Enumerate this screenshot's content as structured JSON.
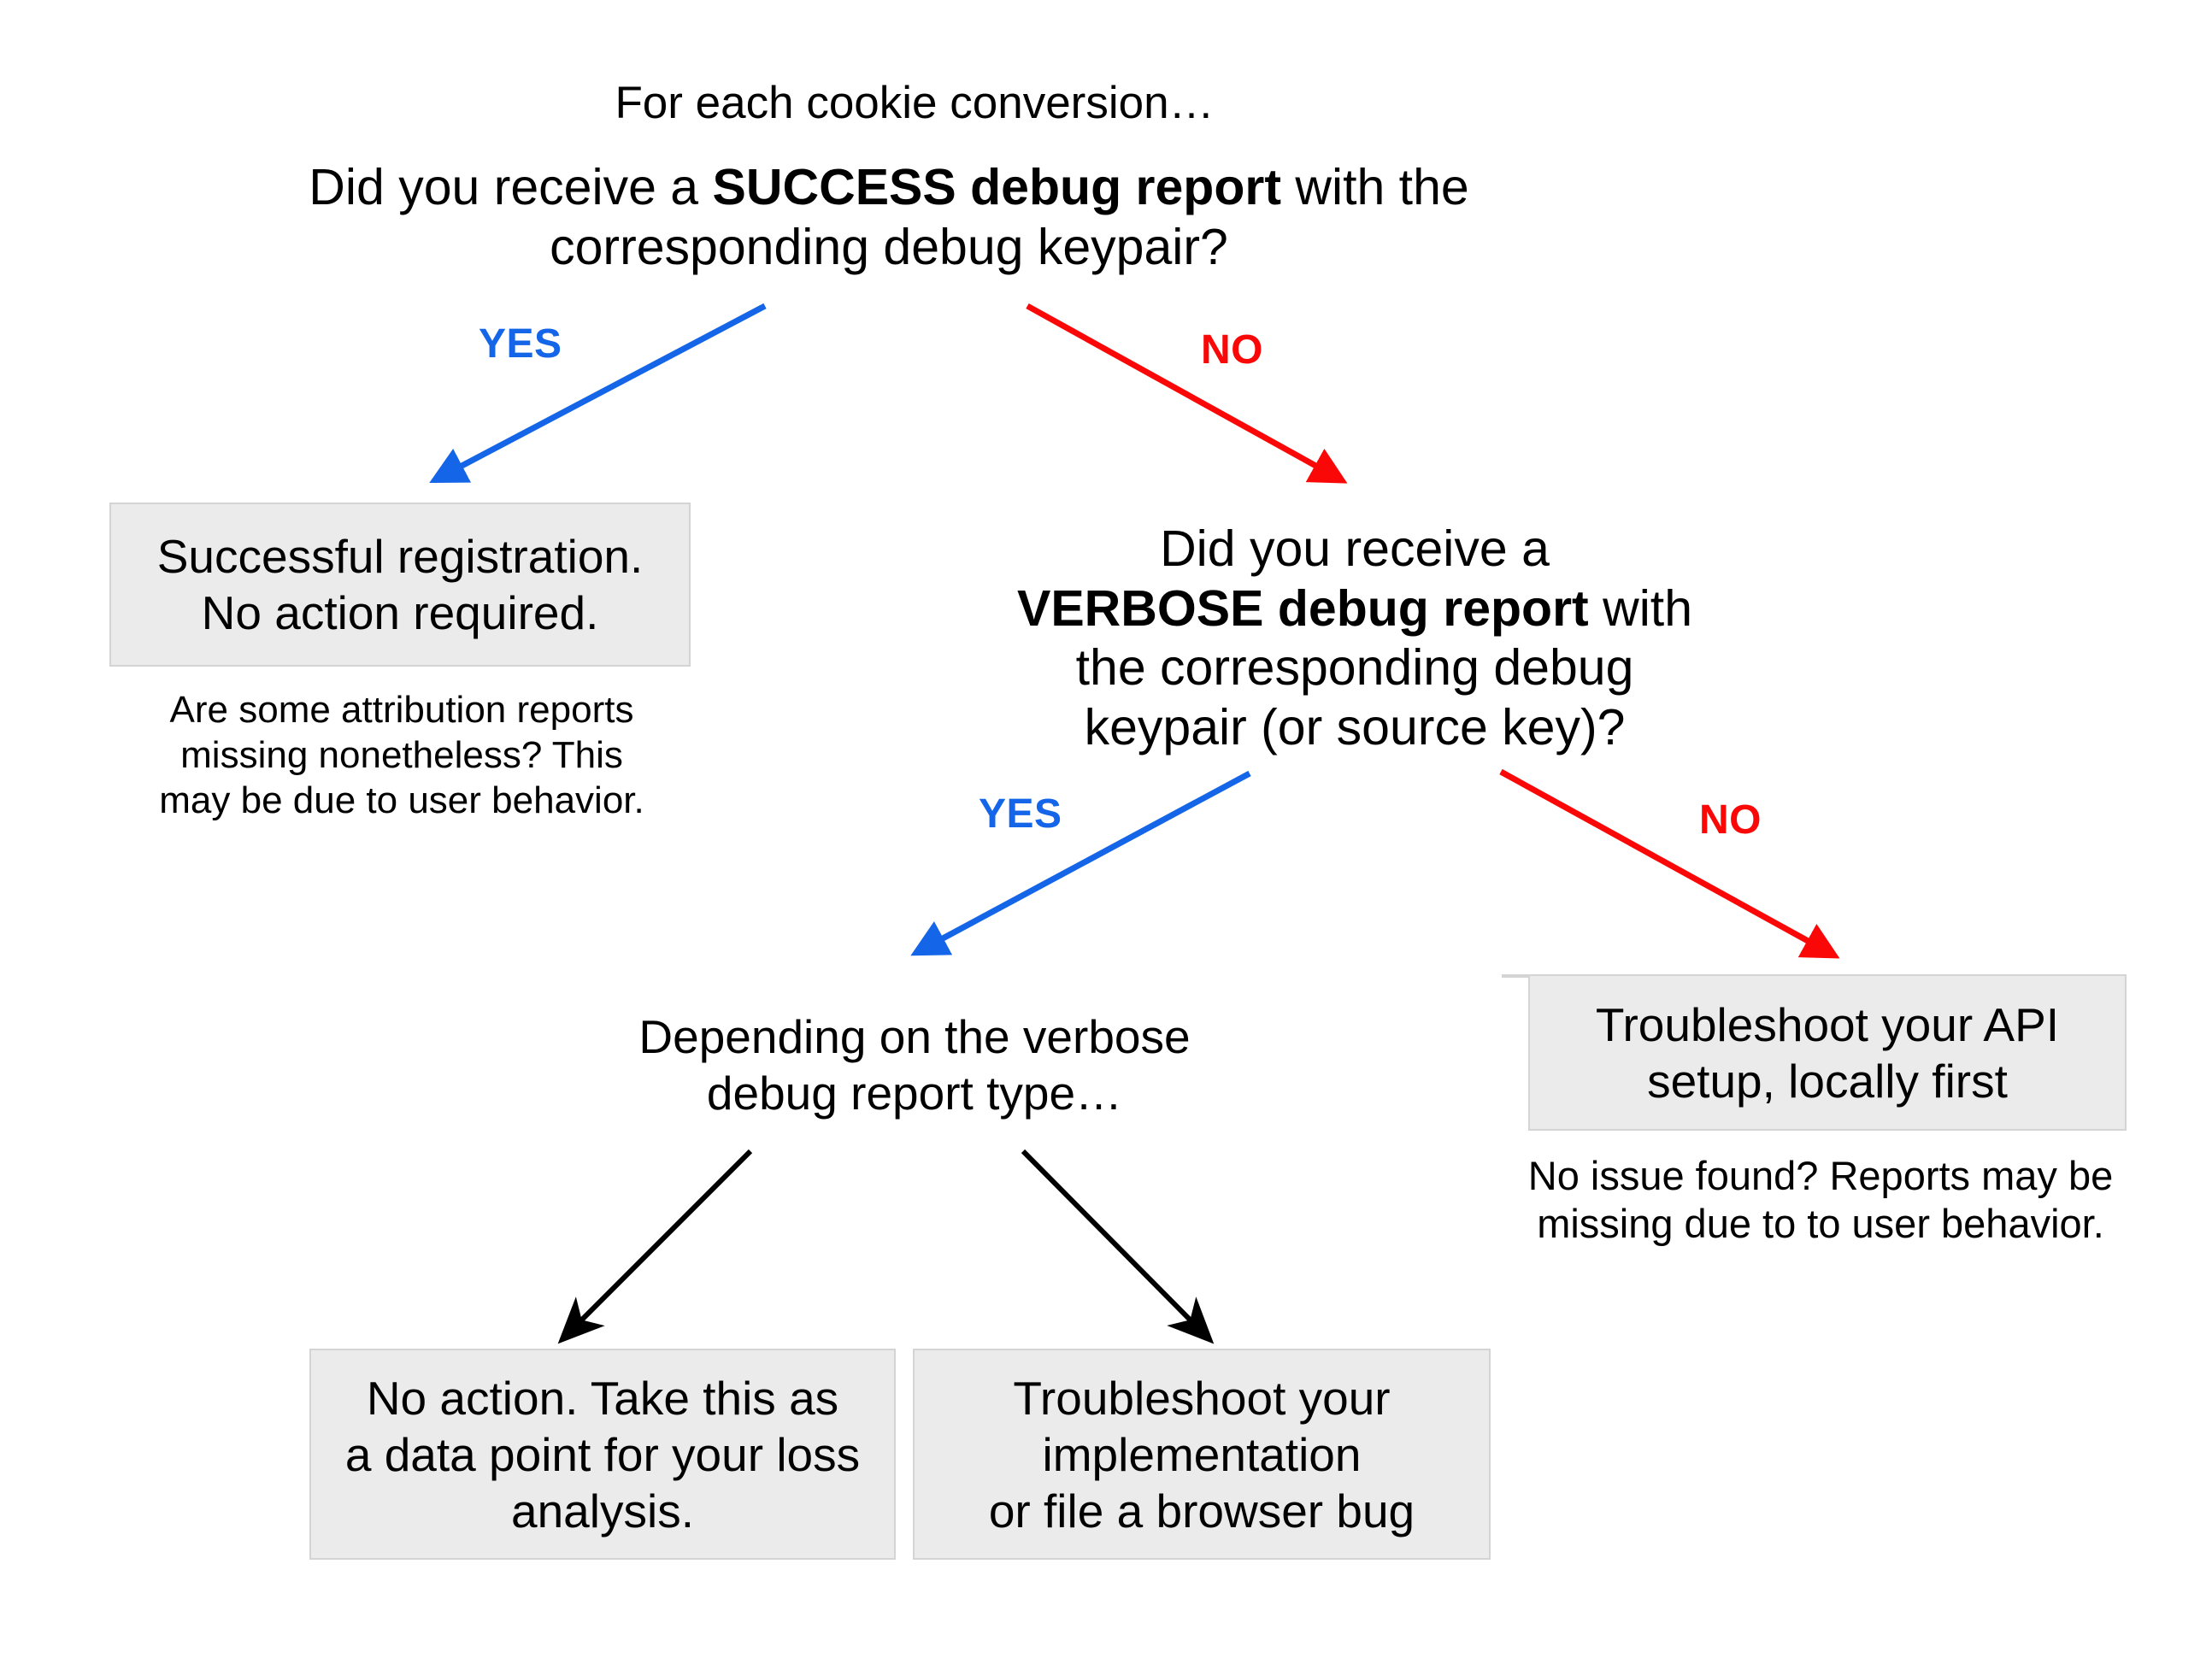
{
  "diagram": {
    "title_line": "For each cookie conversion…",
    "root_question": {
      "prefix": "Did you receive a ",
      "bold": "SUCCESS debug report",
      "suffix": " with the\ncorresponding debug keypair?"
    },
    "second_question": {
      "prefix": "Did you receive a\n",
      "bold": "VERBOSE debug report",
      "suffix": " with\nthe corresponding debug\nkeypair (or source key)?"
    },
    "mid_text": "Depending on the verbose\ndebug report type…",
    "edges": [
      {
        "id": "root-yes",
        "label": "YES",
        "color": "#1565e8"
      },
      {
        "id": "root-no",
        "label": "NO",
        "color": "#fa0808"
      },
      {
        "id": "verbose-yes",
        "label": "YES",
        "color": "#1565e8"
      },
      {
        "id": "verbose-no",
        "label": "NO",
        "color": "#fa0808"
      },
      {
        "id": "type-left",
        "label": "",
        "color": "#000000"
      },
      {
        "id": "type-right",
        "label": "",
        "color": "#000000"
      }
    ],
    "boxes": {
      "success": "Successful registration.\nNo action required.",
      "api_setup": "Troubleshoot your API\nsetup, locally first",
      "no_action": "No action. Take this as\na data point for your loss\nanalysis.",
      "troubleshoot_impl": "Troubleshoot your\nimplementation\nor file a browser bug"
    },
    "notes": {
      "success_note": "Are some attribution reports\nmissing nonetheless? This\nmay be due to user behavior.",
      "api_note": "No issue found? Reports may be\nmissing due to to user behavior."
    },
    "colors": {
      "yes": "#1565e8",
      "no": "#fa0808",
      "plain_arrow": "#000000",
      "box_fill": "#ebebeb",
      "box_border": "#d4d4d4",
      "background": "#ffffff",
      "text": "#000000"
    }
  }
}
